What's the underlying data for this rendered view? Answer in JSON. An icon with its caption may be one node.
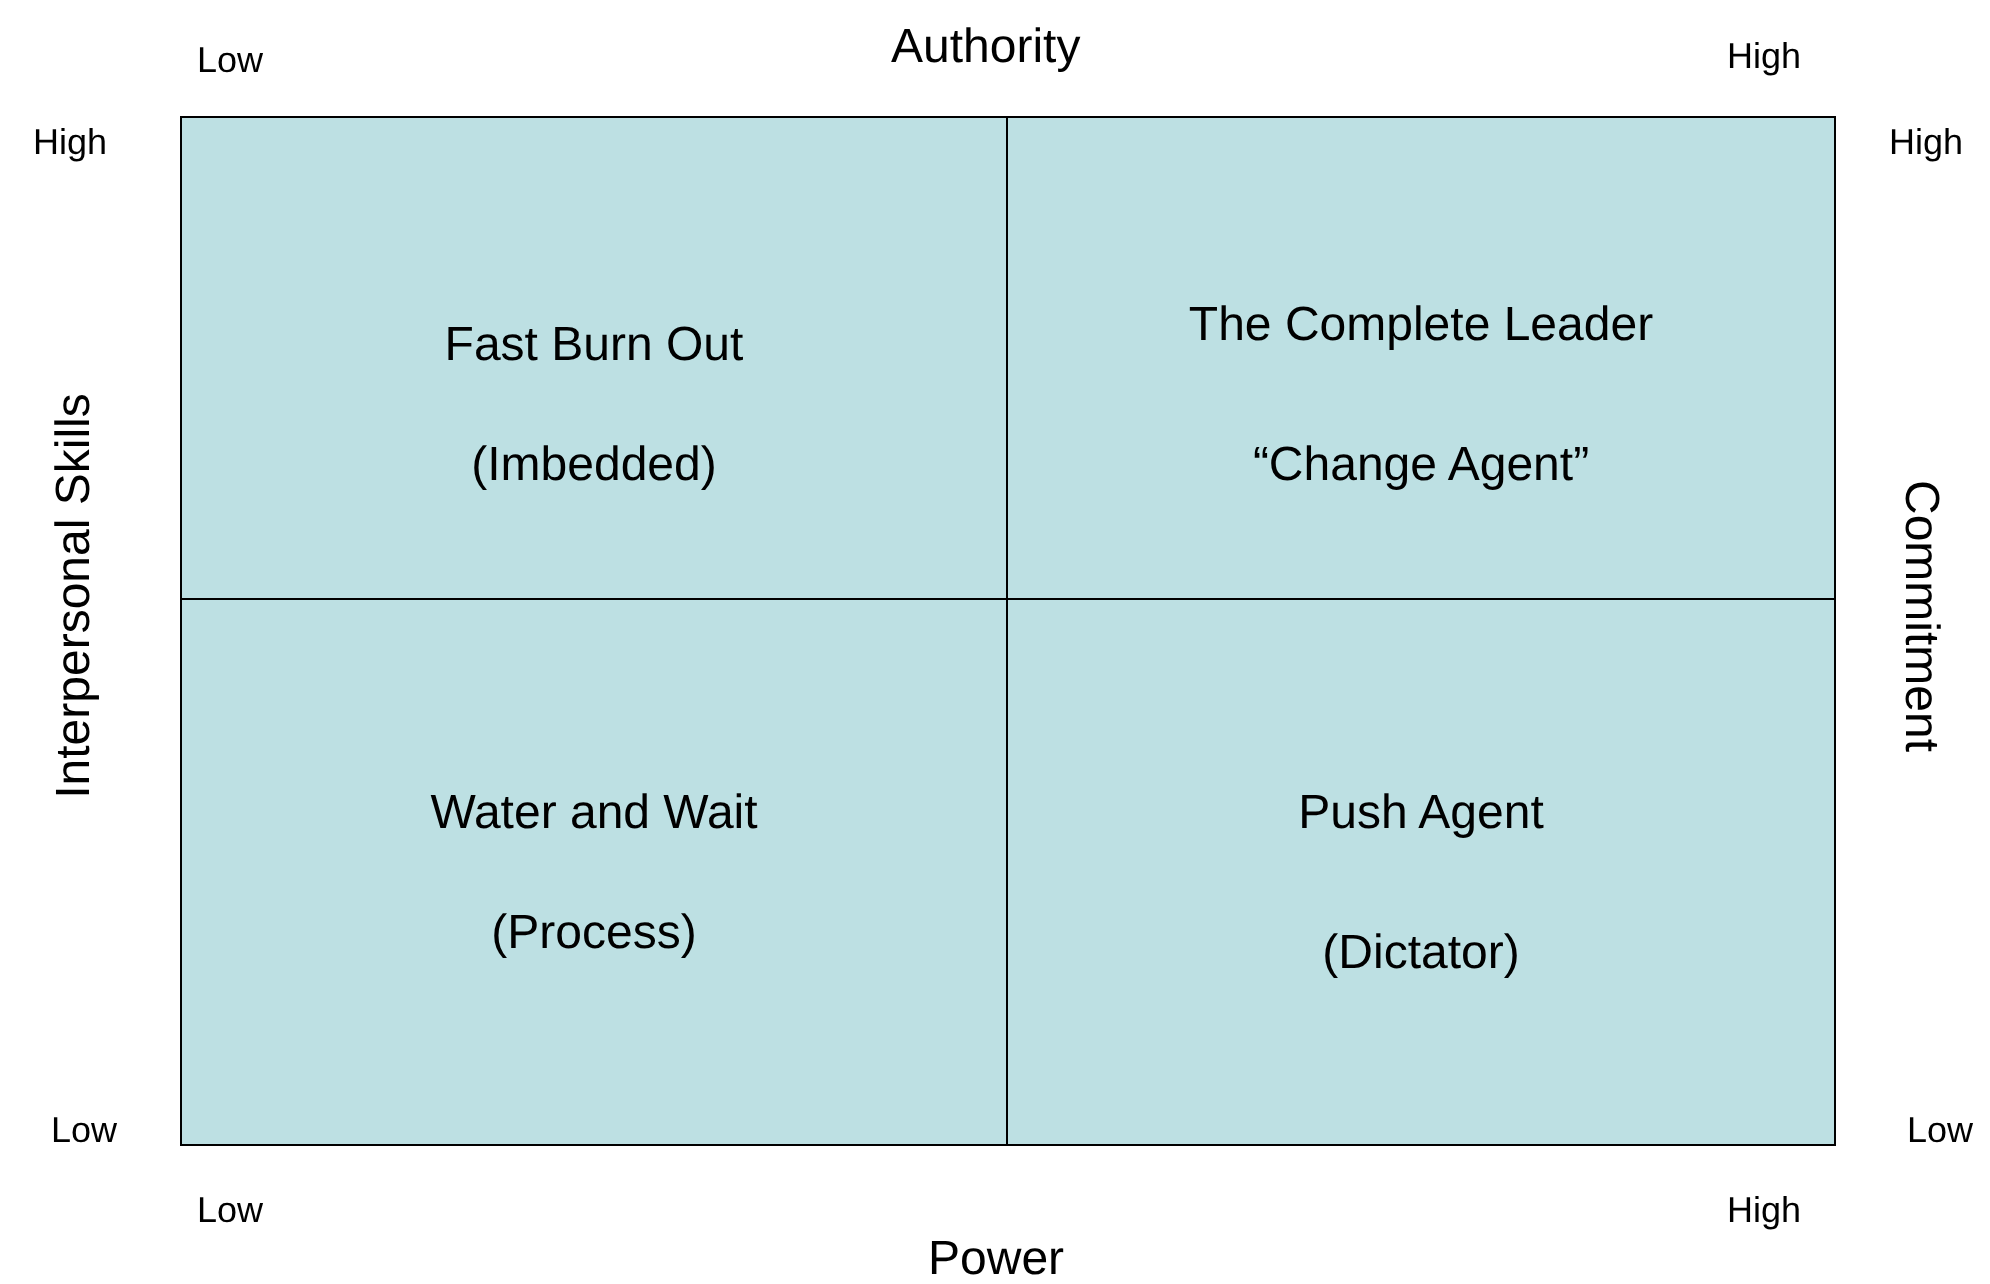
{
  "diagram": {
    "nodes": [
      {
        "text": [
          "Fast Burn Out",
          "(Imbedded)"
        ]
      },
      {
        "text": [
          "The Complete Leader",
          "“Change Agent”"
        ]
      },
      {
        "text": [
          "Water and Wait",
          "(Process)"
        ]
      },
      {
        "text": [
          "Push Agent",
          "(Dictator)"
        ]
      }
    ],
    "labels": [
      "Low",
      "Authority",
      "High",
      "High",
      "High",
      "Interpersonal Skills",
      "Commitment",
      "Low",
      "Low",
      "Low",
      "High",
      "Power"
    ]
  }
}
